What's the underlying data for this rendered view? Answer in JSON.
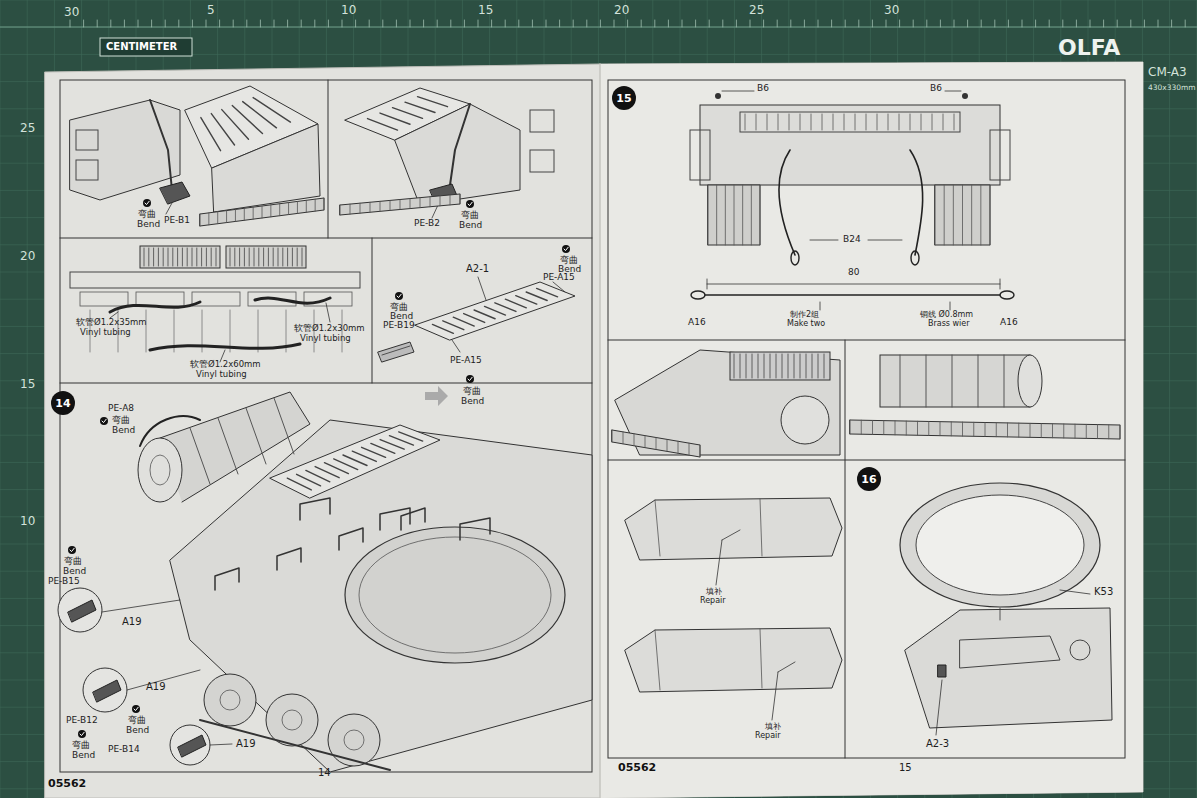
{
  "diagram": {
    "nodes": [
      {
        "text": [
          "14"
        ]
      },
      {
        "text": [
          "15"
        ]
      },
      {
        "text": [
          "16"
        ]
      }
    ],
    "labels": [
      "30",
      "5",
      "10",
      "15",
      "20",
      "25",
      "30",
      "25",
      "20",
      "15",
      "10",
      "CENTIMETER",
      "OLFA",
      "CM-A3",
      "430x330mm",
      "弯曲",
      "Bend",
      "PE-B1",
      "PE-B2",
      "弯曲",
      "Bend",
      "软管Ø1.2x35mm",
      "Vinyl tubing",
      "软管Ø1.2x30mm",
      "Vinyl tubing",
      "软管Ø1.2x60mm",
      "Vinyl tubing",
      "A2-1",
      "弯曲",
      "Bend",
      "PE-A15",
      "弯曲",
      "Bend",
      "PE-B19",
      "PE-A15",
      "弯曲",
      "Bend",
      "PE-A8",
      "弯曲",
      "Bend",
      "弯曲",
      "Bend",
      "PE-B15",
      "A19",
      "A19",
      "PE-B12",
      "弯曲",
      "Bend",
      "弯曲",
      "Bend",
      "PE-B14",
      "A19",
      "05562",
      "14",
      "B6",
      "B6",
      "B24",
      "80",
      "A16",
      "A16",
      "制作2组",
      "Make two",
      "铜线 Ø0.8mm",
      "Brass wier",
      "填补",
      "Repair",
      "填补",
      "Repair",
      "K53",
      "A2-3",
      "05562",
      "15"
    ]
  }
}
